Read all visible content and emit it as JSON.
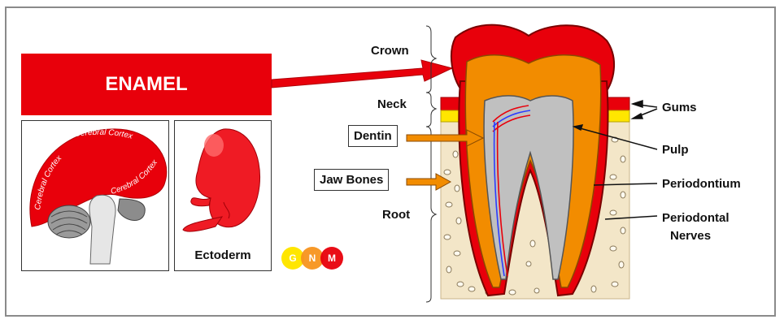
{
  "enamel_title": "ENAMEL",
  "brain_panel": {
    "cortex_label": "Cerebral Cortex"
  },
  "embryo_panel": {
    "label": "Ectoderm"
  },
  "logo": {
    "letters": [
      "G",
      "N",
      "M"
    ]
  },
  "tooth_labels": {
    "crown": "Crown",
    "neck": "Neck",
    "root": "Root",
    "dentin": "Dentin",
    "jaw_bones": "Jaw Bones",
    "gums": "Gums",
    "pulp": "Pulp",
    "periodontium": "Periodontium",
    "periodontal_nerves_line1": "Periodontal",
    "periodontal_nerves_line2": "Nerves"
  },
  "colors": {
    "enamel_red": "#e8000b",
    "dentin_orange": "#f28c00",
    "pulp_gray": "#c0c0c0",
    "bone_beige": "#f3e6c8",
    "gum_yellow": "#ffe600"
  }
}
